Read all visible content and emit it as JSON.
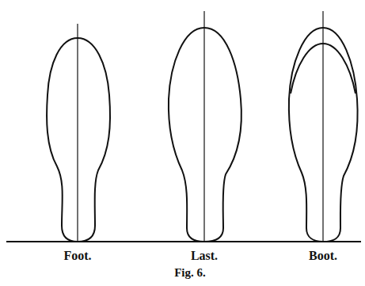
{
  "diagram": {
    "caption": "Fig. 6.",
    "labels": [
      "Foot.",
      "Last.",
      "Boot."
    ]
  }
}
